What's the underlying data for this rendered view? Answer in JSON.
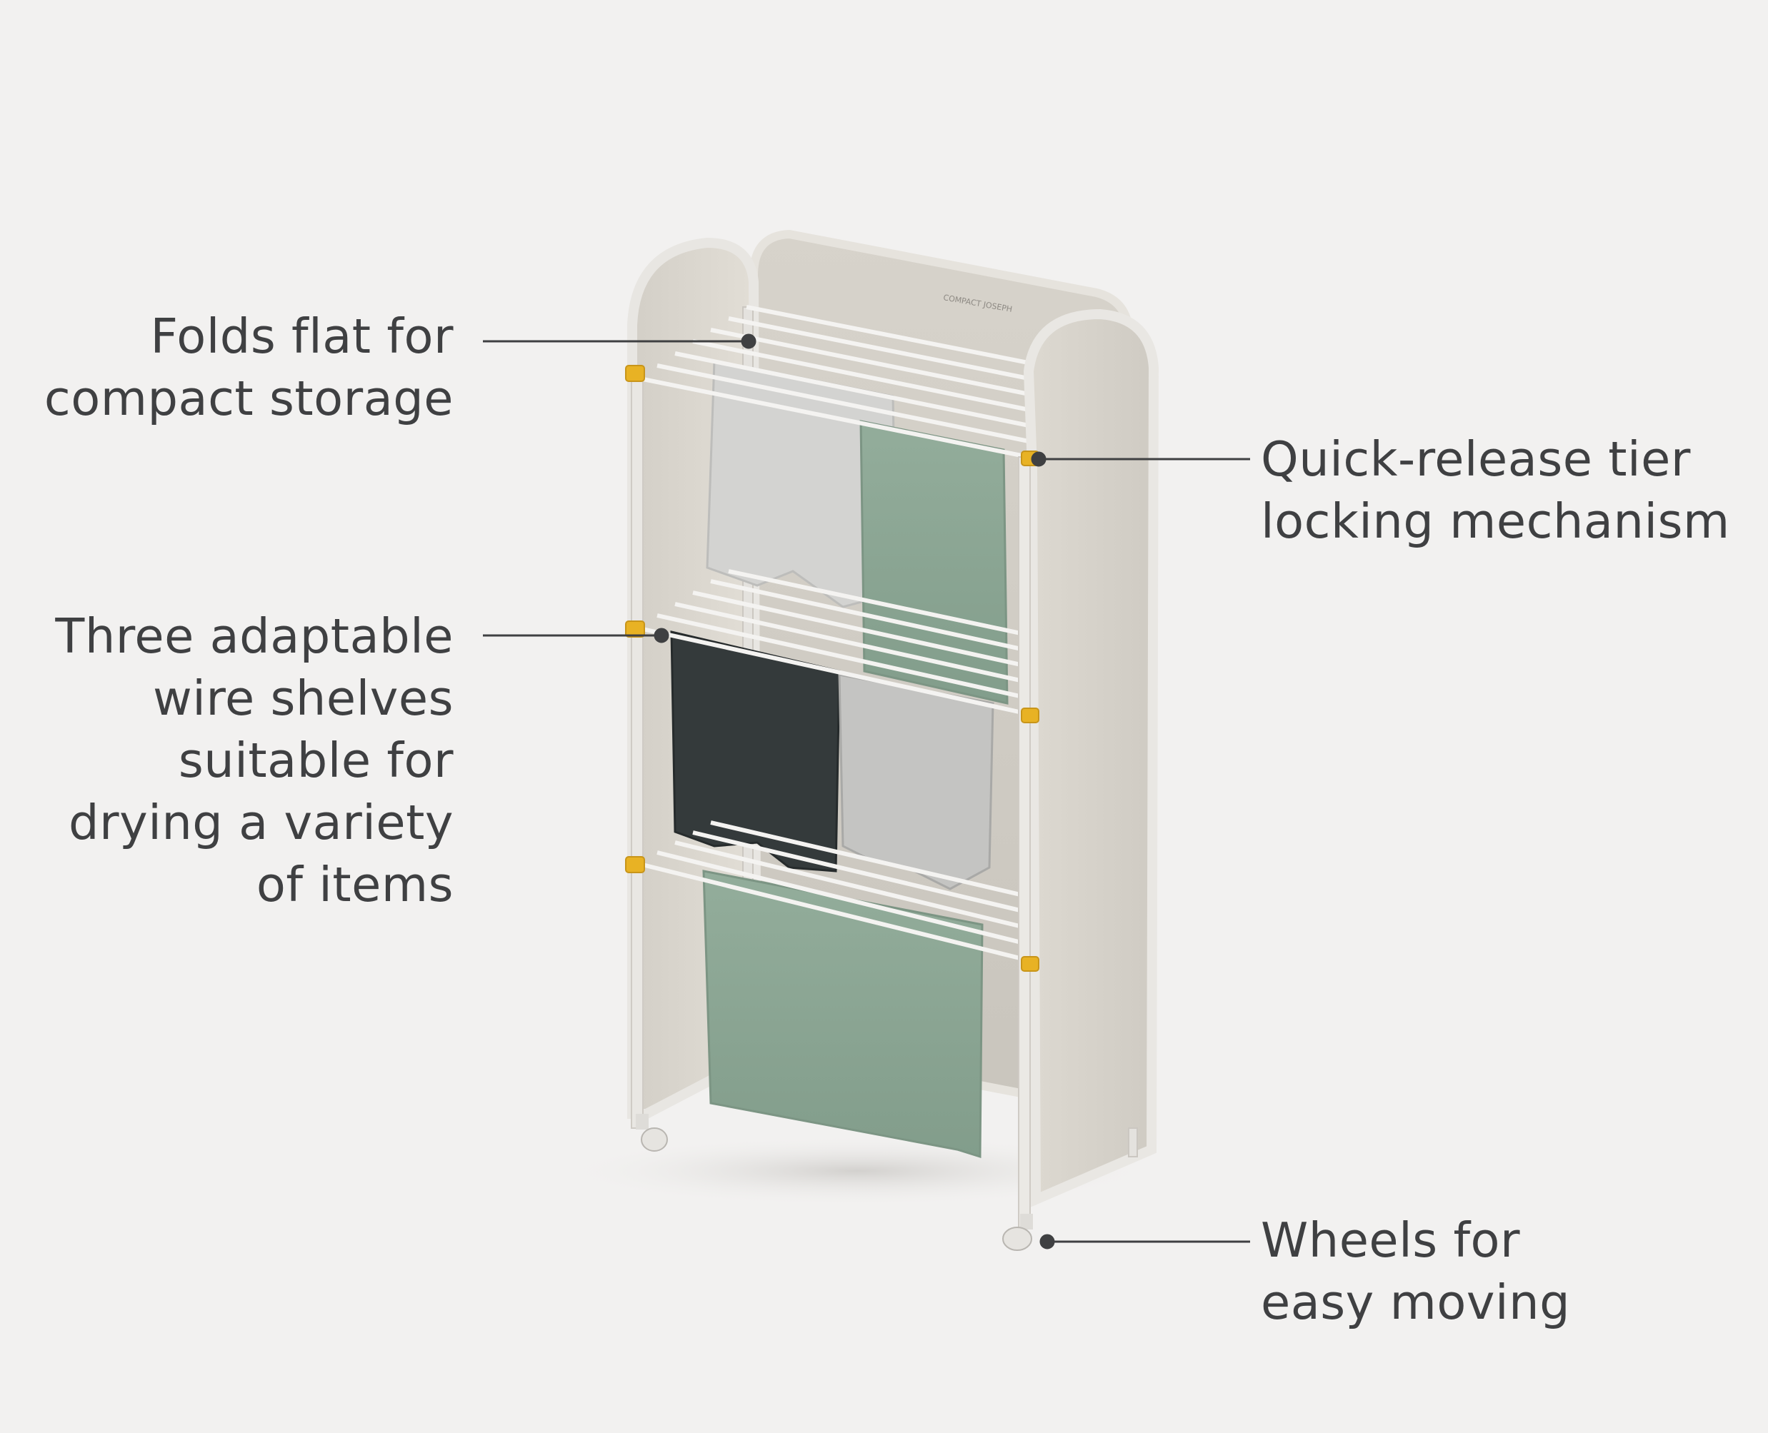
{
  "callouts": {
    "folds_flat": {
      "lines": [
        "Folds flat for",
        "compact storage"
      ]
    },
    "wire_shelves": {
      "lines": [
        "Three adaptable",
        "wire shelves",
        "suitable for",
        "drying a variety",
        "of items"
      ]
    },
    "quick_release": {
      "lines": [
        "Quick-release tier",
        "locking mechanism"
      ]
    },
    "wheels": {
      "lines": [
        "Wheels for",
        "easy moving"
      ]
    }
  },
  "product": {
    "brand_mark": "COMPACT JOSEPH"
  },
  "colors": {
    "background": "#f2f1f0",
    "text": "#3f4042",
    "leader_line": "#3f4042",
    "panel": "#dcd8d0",
    "frame": "#e8e6e2",
    "accent_clip": "#e8b224",
    "towel_green": "#8ea896",
    "shirt_dark": "#33393a",
    "shirt_light": "#c9c9c7"
  }
}
